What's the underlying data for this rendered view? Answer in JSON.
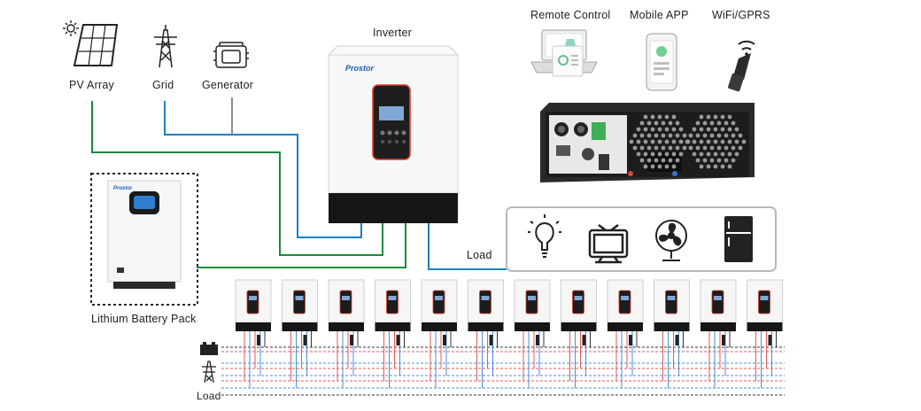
{
  "sources": {
    "pv_array": "PV Array",
    "grid": "Grid",
    "generator": "Generator"
  },
  "inverter": {
    "label": "Inverter",
    "brand": "Prostor"
  },
  "battery": {
    "label": "Lithium Battery Pack",
    "brand": "Prostor"
  },
  "monitoring": {
    "remote_control": "Remote Control",
    "mobile_app": "Mobile APP",
    "wifi_gprs": "WiFi/GPRS"
  },
  "load": {
    "label": "Load",
    "appliances": [
      "light-bulb-icon",
      "tv-icon",
      "fan-icon",
      "fridge-icon"
    ]
  },
  "parallel_bus": {
    "units": 12,
    "side_labels": {
      "load": "Load"
    }
  },
  "colors": {
    "pv_line": "#1a8a3a",
    "grid_line": "#1b7fc4",
    "generator_line": "#8c8c8c",
    "bus_red": "#e05a5a",
    "bus_blue": "#4a8fd8",
    "bus_black": "#333333",
    "inverter_accent": "#e23a2a",
    "brand_blue": "#1f5fb3"
  }
}
